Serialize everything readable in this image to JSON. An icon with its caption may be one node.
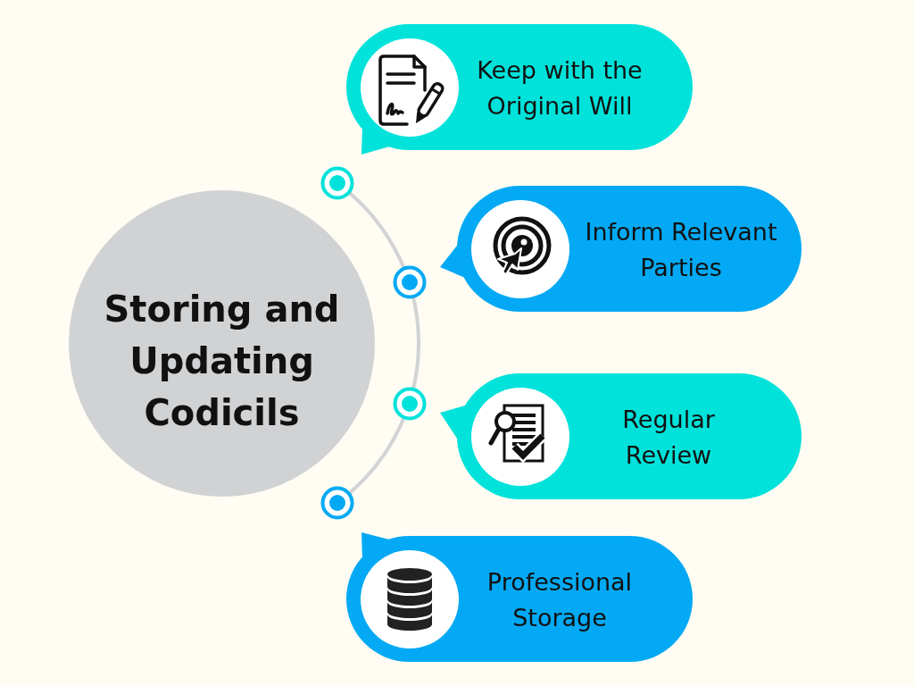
{
  "diagram": {
    "nodes": [
      {
        "text": [
          "Storing and Updating Codicils"
        ]
      },
      {
        "text": [
          "Keep with the Original Will"
        ]
      },
      {
        "text": [
          "Inform Relevant Parties"
        ]
      },
      {
        "text": [
          "Regular Review"
        ]
      },
      {
        "text": [
          "Professional Storage"
        ]
      }
    ]
  }
}
